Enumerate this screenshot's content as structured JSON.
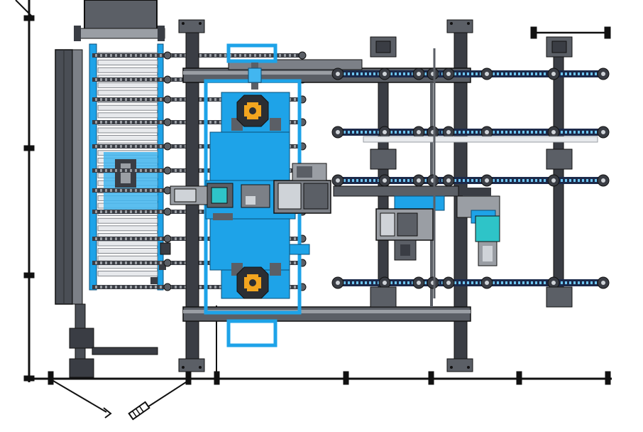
{
  "drawing": {
    "type": "mechanical-layout-top-view",
    "labels_visible": false,
    "colors": {
      "frame_dark": "#3a3d44",
      "frame_mid": "#5b5f66",
      "frame_light": "#9a9ea4",
      "outline": "#111111",
      "accent_blue": "#1ea3e8",
      "blue_light": "#42b6f0",
      "chain_light": "#cfd3d8",
      "warning_orange": "#f2a51f",
      "teal": "#2ec4c8",
      "paper": "#ffffff"
    },
    "components": [
      {
        "id": "left-stacker",
        "icon": "roller-conveyor"
      },
      {
        "id": "main-gantry",
        "icon": "frame"
      },
      {
        "id": "blue-transfer-carriage",
        "icon": "carriage"
      },
      {
        "id": "chain-conveyors",
        "icon": "chain"
      },
      {
        "id": "drive-motor-unit",
        "icon": "motor"
      },
      {
        "id": "dimension-lines",
        "icon": "dimension"
      }
    ]
  }
}
